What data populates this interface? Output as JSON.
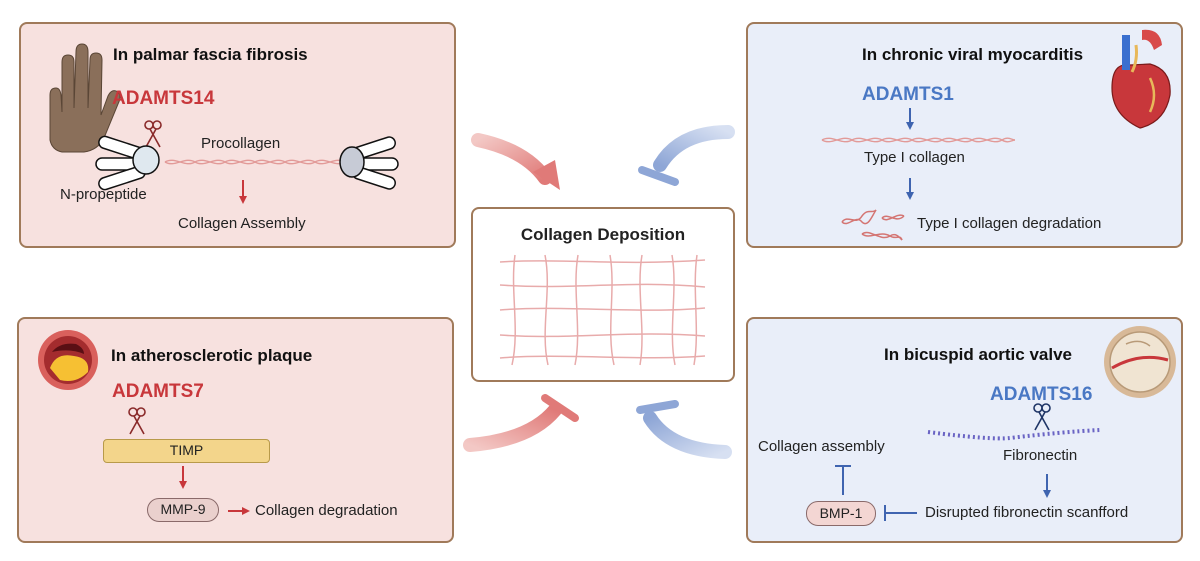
{
  "panels": {
    "palmar": {
      "title": "In palmar fascia fibrosis",
      "gene": "ADAMTS14",
      "procollagen": "Procollagen",
      "n_propeptide": "N-propeptide",
      "outcome": "Collagen Assembly",
      "icon": "hand-icon"
    },
    "myocarditis": {
      "title": "In chronic viral myocarditis",
      "gene": "ADAMTS1",
      "collagen": "Type I collagen",
      "outcome": "Type I collagen degradation",
      "icon": "heart-icon"
    },
    "plaque": {
      "title": "In atherosclerotic plaque",
      "gene": "ADAMTS7",
      "timp": "TIMP",
      "mmp": "MMP-9",
      "outcome": "Collagen degradation",
      "icon": "artery-plaque-icon"
    },
    "valve": {
      "title": "In bicuspid aortic valve",
      "gene": "ADAMTS16",
      "fibronectin": "Fibronectin",
      "assembly": "Collagen assembly",
      "bmp": "BMP-1",
      "disrupted": "Disrupted fibronectin scanfford",
      "icon": "aortic-valve-icon"
    }
  },
  "center": {
    "title": "Collagen Deposition"
  },
  "colors": {
    "pink_panel": "#f7e1df",
    "blue_panel": "#e9eef9",
    "red_accent": "#c8373b",
    "blue_accent": "#4a78c4",
    "border": "#a07a5a"
  }
}
